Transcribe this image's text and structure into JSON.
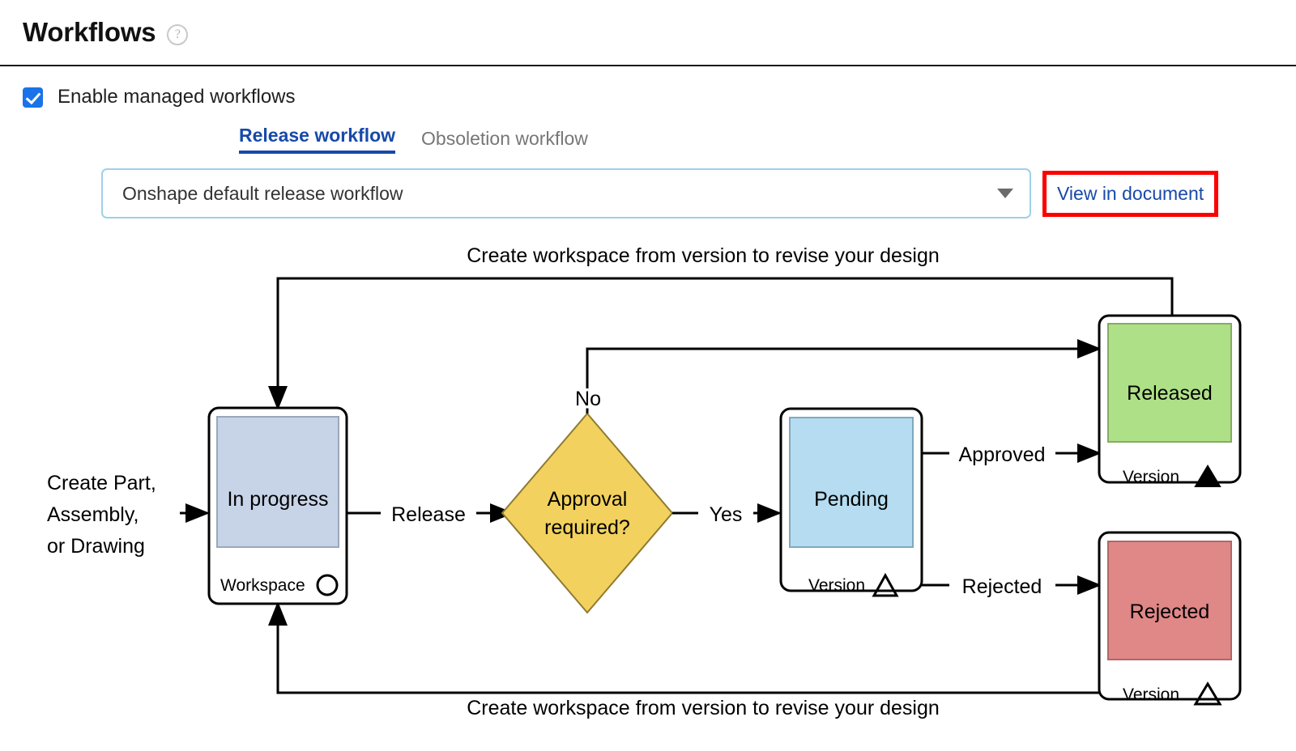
{
  "header": {
    "title": "Workflows",
    "help_icon": "question-mark-icon"
  },
  "enable_checkbox": {
    "label": "Enable managed workflows",
    "checked": true,
    "accent": "#1a73e8"
  },
  "tabs": [
    {
      "label": "Release workflow",
      "active": true
    },
    {
      "label": "Obsoletion workflow",
      "active": false
    }
  ],
  "workflow_select": {
    "value": "Onshape default release workflow",
    "caret_icon": "chevron-down-icon"
  },
  "view_in_document": {
    "label": "View in document",
    "highlight_color": "#fd0000",
    "link_color": "#1849a9"
  },
  "diagram": {
    "entry_label": [
      "Create Part,",
      "Assembly,",
      "or Drawing"
    ],
    "top_caption": "Create workspace from version to revise your design",
    "bottom_caption": "Create workspace from version to revise your design",
    "nodes": {
      "in_progress": {
        "title": "In progress",
        "footer": "Workspace",
        "footer_icon": "circle-icon",
        "fill": "#c7d4e8"
      },
      "approval": {
        "line1": "Approval",
        "line2": "required?",
        "fill": "#f2d15e"
      },
      "pending": {
        "title": "Pending",
        "footer": "Version",
        "footer_icon": "triangle-outline-icon",
        "fill": "#b5dcf0"
      },
      "released": {
        "title": "Released",
        "footer": "Version",
        "footer_icon": "triangle-filled-icon",
        "fill": "#aee087"
      },
      "rejected": {
        "title": "Rejected",
        "footer": "Version",
        "footer_icon": "triangle-outline-icon",
        "fill": "#e08787"
      }
    },
    "edges": {
      "release": "Release",
      "no": "No",
      "yes": "Yes",
      "approved": "Approved",
      "rejected": "Rejected"
    }
  }
}
